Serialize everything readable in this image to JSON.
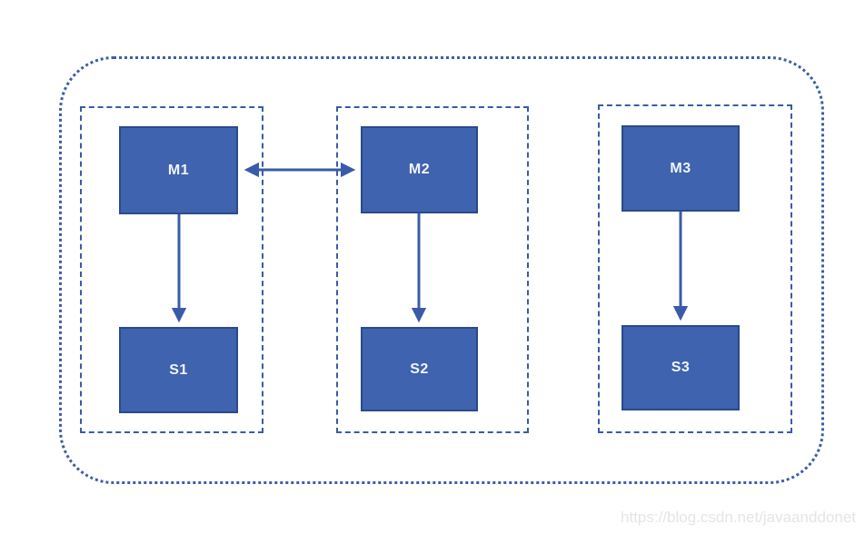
{
  "diagram": {
    "groups": [
      {
        "id": "group-1",
        "master_label": "M1",
        "slave_label": "S1"
      },
      {
        "id": "group-2",
        "master_label": "M2",
        "slave_label": "S2"
      },
      {
        "id": "group-3",
        "master_label": "M3",
        "slave_label": "S3"
      }
    ],
    "edges": [
      {
        "from": "M1",
        "to": "M2",
        "direction": "bidirectional"
      },
      {
        "from": "M1",
        "to": "S1",
        "direction": "down"
      },
      {
        "from": "M2",
        "to": "S2",
        "direction": "down"
      },
      {
        "from": "M3",
        "to": "S3",
        "direction": "down"
      }
    ],
    "colors": {
      "node_fill": "#3f63ae",
      "node_border": "#2b4a8c",
      "node_text": "#f2f4fa",
      "line": "#3a5ba9",
      "outer_border": "#3b5ea8",
      "group_border": "#3a5ba9",
      "watermark": "#e5e5e5"
    }
  },
  "watermark": {
    "text": "https://blog.csdn.net/javaanddonet"
  }
}
